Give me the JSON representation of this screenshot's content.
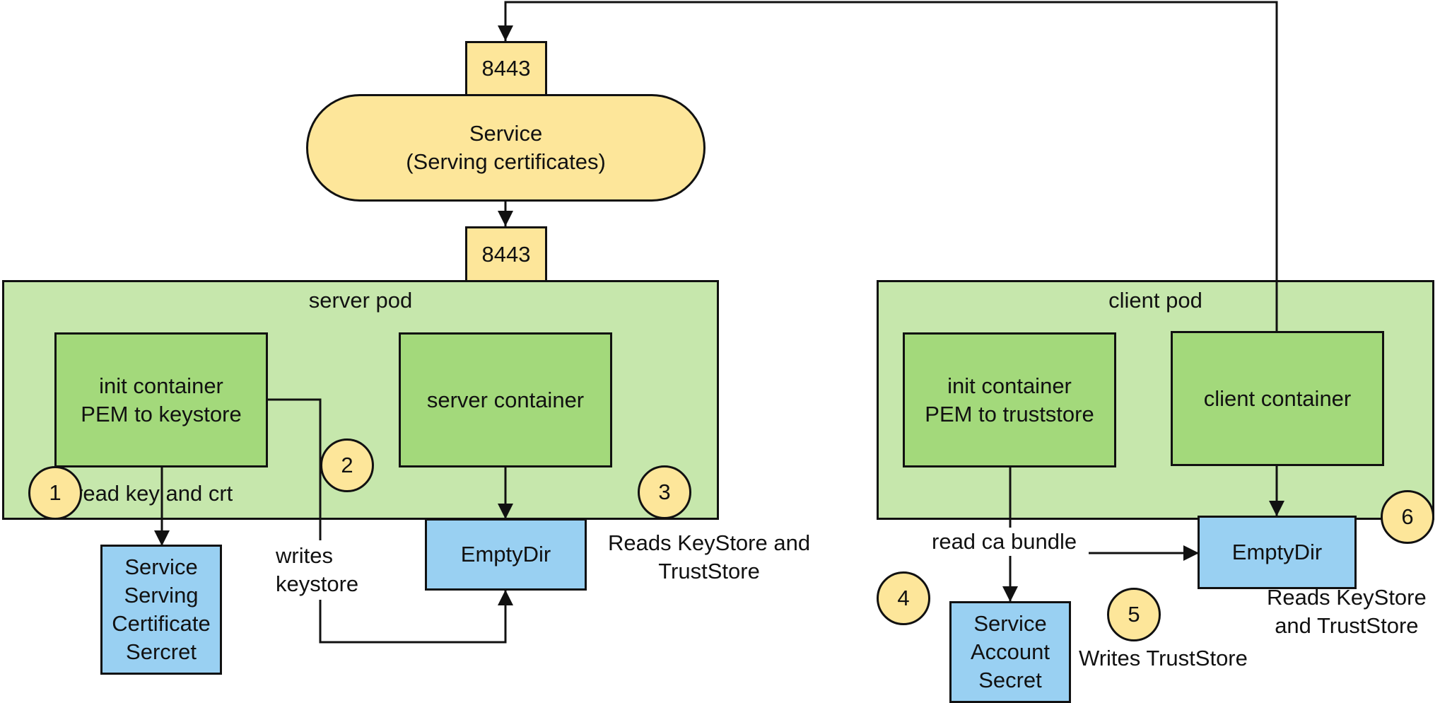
{
  "ports": {
    "top": "8443",
    "bottom": "8443"
  },
  "service": {
    "lines": [
      "Service",
      "(Serving certificates)"
    ]
  },
  "server_pod": {
    "title": "server pod",
    "init_container": [
      "init container",
      "PEM to keystore"
    ],
    "server_container": "server container"
  },
  "client_pod": {
    "title": "client pod",
    "init_container": [
      "init container",
      "PEM to truststore"
    ],
    "client_container": "client container"
  },
  "storage": {
    "serving_secret": [
      "Service",
      "Serving",
      "Certificate",
      "Sercret"
    ],
    "server_emptydir": "EmptyDir",
    "client_emptydir": "EmptyDir",
    "account_secret": [
      "Service",
      "Account",
      "Secret"
    ]
  },
  "steps": [
    "1",
    "2",
    "3",
    "4",
    "5",
    "6"
  ],
  "edge_labels": {
    "read_key_crt": "read key and crt",
    "writes_keystore": [
      "writes",
      "keystore"
    ],
    "reads_server": [
      "Reads KeyStore and",
      "TrustStore"
    ],
    "read_ca_bundle": "read ca bundle",
    "writes_truststore": "Writes TrustStore",
    "reads_client": [
      "Reads KeyStore",
      "and TrustStore"
    ]
  },
  "colors": {
    "pod_fill": "#c6e7ac",
    "container_fill": "#a3d97b",
    "storage_fill": "#99d0f2",
    "service_fill": "#fde69a",
    "stroke": "#111111"
  }
}
